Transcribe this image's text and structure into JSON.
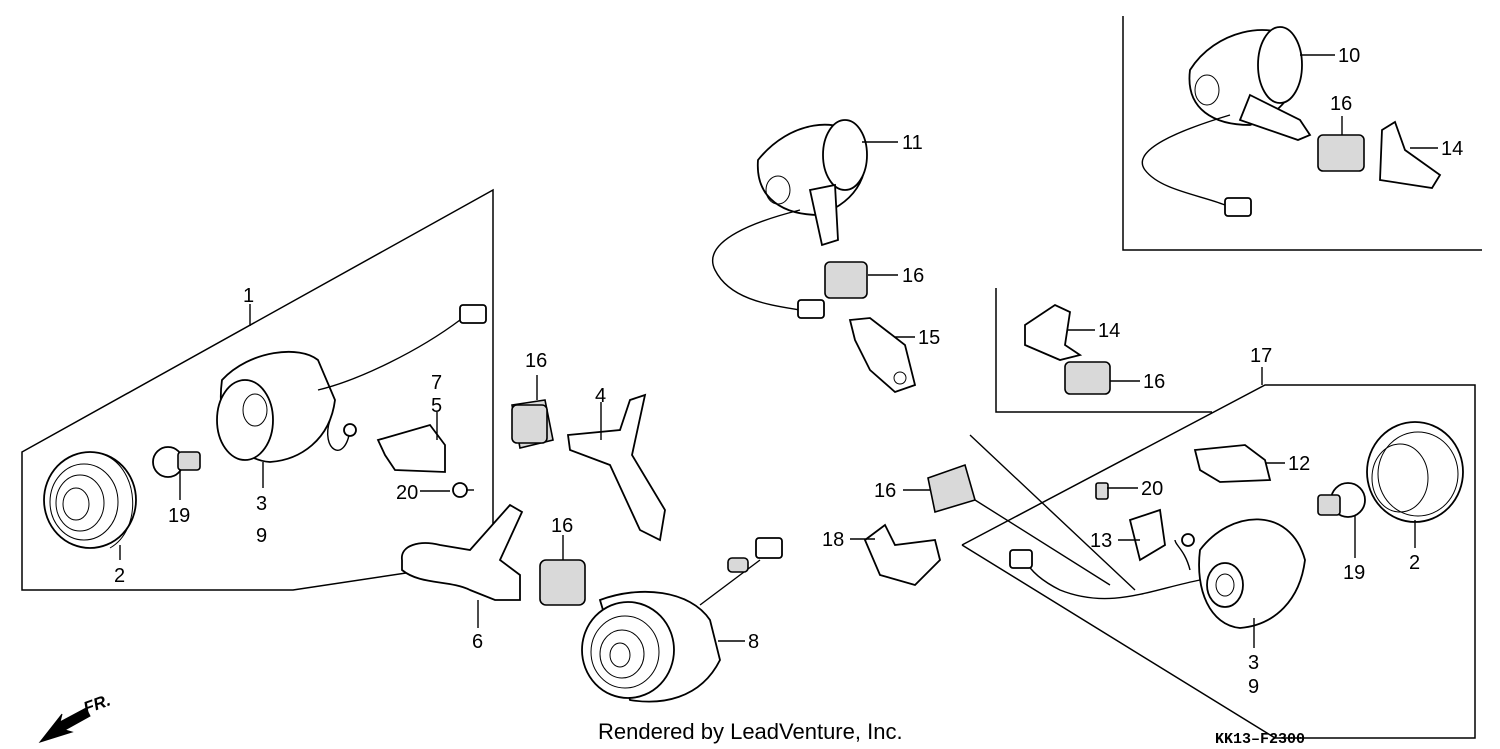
{
  "diagram": {
    "callouts": [
      {
        "id": "c1",
        "text": "1"
      },
      {
        "id": "c2a",
        "text": "2"
      },
      {
        "id": "c3a",
        "text": "3"
      },
      {
        "id": "c9a",
        "text": "9"
      },
      {
        "id": "c19a",
        "text": "19"
      },
      {
        "id": "c7",
        "text": "7"
      },
      {
        "id": "c5",
        "text": "5"
      },
      {
        "id": "c20a",
        "text": "20"
      },
      {
        "id": "c16a",
        "text": "16"
      },
      {
        "id": "c4",
        "text": "4"
      },
      {
        "id": "c16b",
        "text": "16"
      },
      {
        "id": "c6",
        "text": "6"
      },
      {
        "id": "c8",
        "text": "8"
      },
      {
        "id": "c11",
        "text": "11"
      },
      {
        "id": "c16c",
        "text": "16"
      },
      {
        "id": "c15",
        "text": "15"
      },
      {
        "id": "c10",
        "text": "10"
      },
      {
        "id": "c16d",
        "text": "16"
      },
      {
        "id": "c14a",
        "text": "14"
      },
      {
        "id": "c14b",
        "text": "14"
      },
      {
        "id": "c16e",
        "text": "16"
      },
      {
        "id": "c17",
        "text": "17"
      },
      {
        "id": "c16f",
        "text": "16"
      },
      {
        "id": "c18",
        "text": "18"
      },
      {
        "id": "c20b",
        "text": "20"
      },
      {
        "id": "c12",
        "text": "12"
      },
      {
        "id": "c13",
        "text": "13"
      },
      {
        "id": "c2b",
        "text": "2"
      },
      {
        "id": "c19b",
        "text": "19"
      },
      {
        "id": "c3b",
        "text": "3"
      },
      {
        "id": "c9b",
        "text": "9"
      }
    ],
    "direction_label": "FR.",
    "credit": "Rendered by LeadVenture, Inc.",
    "diagram_code": "KK13–F2300"
  }
}
